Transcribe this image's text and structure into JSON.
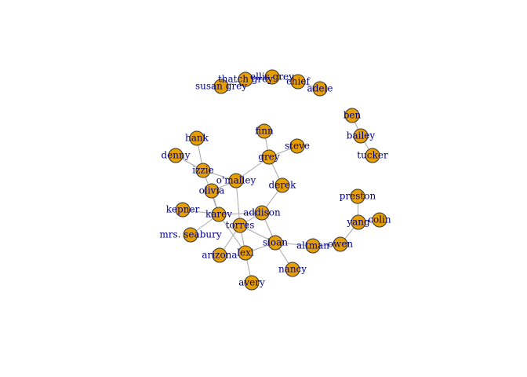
{
  "graph": {
    "node_color": "#e69f00",
    "node_border": "#333333",
    "edge_color": "#a8a8a8",
    "label_color": "#00008b",
    "nodes": [
      {
        "id": "susan grey"
      },
      {
        "id": "thatch grey"
      },
      {
        "id": "ellis grey"
      },
      {
        "id": "chief"
      },
      {
        "id": "adele"
      },
      {
        "id": "ben"
      },
      {
        "id": "bailey"
      },
      {
        "id": "tucker"
      },
      {
        "id": "finn"
      },
      {
        "id": "steve"
      },
      {
        "id": "grey"
      },
      {
        "id": "hank"
      },
      {
        "id": "denny"
      },
      {
        "id": "izzie"
      },
      {
        "id": "o'malley"
      },
      {
        "id": "derek"
      },
      {
        "id": "olivia"
      },
      {
        "id": "kepner"
      },
      {
        "id": "karev"
      },
      {
        "id": "addison"
      },
      {
        "id": "mrs. seabury"
      },
      {
        "id": "torres"
      },
      {
        "id": "arizona"
      },
      {
        "id": "lexi"
      },
      {
        "id": "sloan"
      },
      {
        "id": "nancy"
      },
      {
        "id": "avery"
      },
      {
        "id": "altman"
      },
      {
        "id": "owen"
      },
      {
        "id": "preston"
      },
      {
        "id": "yang"
      },
      {
        "id": "colin"
      }
    ],
    "edges": [
      [
        "susan grey",
        "thatch grey"
      ],
      [
        "thatch grey",
        "ellis grey"
      ],
      [
        "ellis grey",
        "chief"
      ],
      [
        "chief",
        "adele"
      ],
      [
        "ben",
        "bailey"
      ],
      [
        "bailey",
        "tucker"
      ],
      [
        "finn",
        "grey"
      ],
      [
        "steve",
        "grey"
      ],
      [
        "grey",
        "o'malley"
      ],
      [
        "grey",
        "derek"
      ],
      [
        "derek",
        "addison"
      ],
      [
        "hank",
        "izzie"
      ],
      [
        "denny",
        "izzie"
      ],
      [
        "izzie",
        "o'malley"
      ],
      [
        "izzie",
        "karev"
      ],
      [
        "o'malley",
        "torres"
      ],
      [
        "o'malley",
        "olivia"
      ],
      [
        "olivia",
        "karev"
      ],
      [
        "kepner",
        "karev"
      ],
      [
        "karev",
        "addison"
      ],
      [
        "karev",
        "mrs. seabury"
      ],
      [
        "karev",
        "lexi"
      ],
      [
        "addison",
        "sloan"
      ],
      [
        "addison",
        "torres"
      ],
      [
        "torres",
        "sloan"
      ],
      [
        "torres",
        "arizona"
      ],
      [
        "torres",
        "lexi"
      ],
      [
        "lexi",
        "sloan"
      ],
      [
        "lexi",
        "avery"
      ],
      [
        "sloan",
        "nancy"
      ],
      [
        "sloan",
        "altman"
      ],
      [
        "altman",
        "owen"
      ],
      [
        "owen",
        "yang"
      ],
      [
        "yang",
        "preston"
      ],
      [
        "yang",
        "colin"
      ]
    ]
  }
}
